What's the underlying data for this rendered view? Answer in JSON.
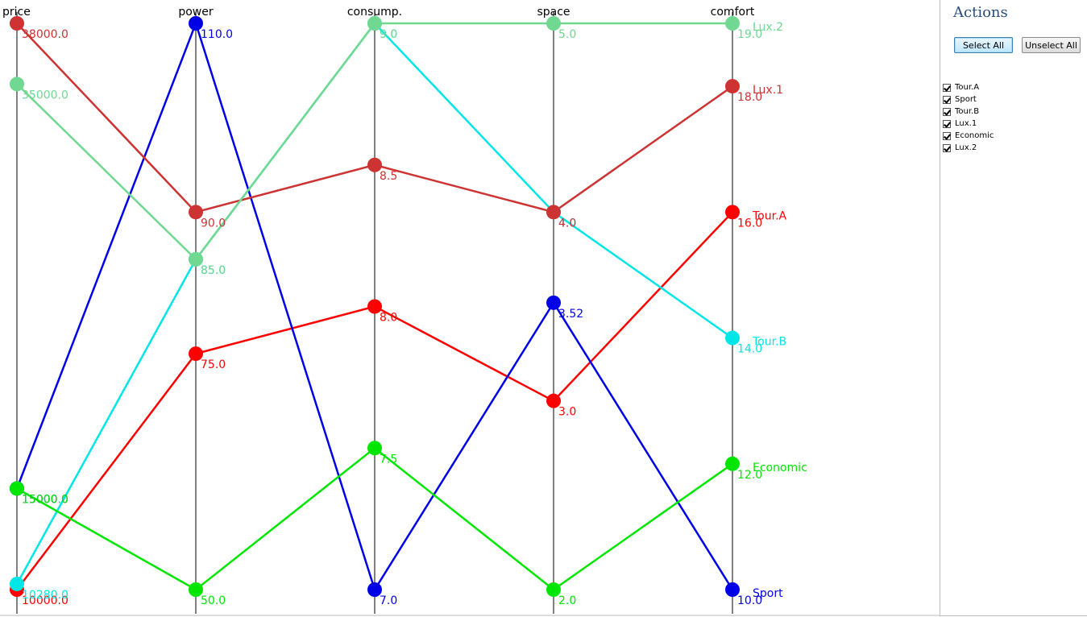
{
  "panel": {
    "title": "Actions",
    "select_all_label": "Select All",
    "unselect_all_label": "Unselect All",
    "series_checkboxes": [
      {
        "label": "Tour.A",
        "checked": true
      },
      {
        "label": "Sport",
        "checked": true
      },
      {
        "label": "Tour.B",
        "checked": true
      },
      {
        "label": "Lux.1",
        "checked": true
      },
      {
        "label": "Economic",
        "checked": true
      },
      {
        "label": "Lux.2",
        "checked": true
      }
    ]
  },
  "chart_data": {
    "type": "parallel-coordinates",
    "axes": [
      {
        "key": "price",
        "label": "price",
        "min": 10000,
        "max": 38000
      },
      {
        "key": "power",
        "label": "power",
        "min": 50,
        "max": 110
      },
      {
        "key": "consump",
        "label": "consump.",
        "min": 7.0,
        "max": 9.0
      },
      {
        "key": "space",
        "label": "space",
        "min": 2.0,
        "max": 5.0
      },
      {
        "key": "comfort",
        "label": "comfort",
        "min": 10.0,
        "max": 19.0
      }
    ],
    "series": [
      {
        "name": "Tour.A",
        "color": "#ff0000",
        "values": [
          10000,
          75,
          8.0,
          3.0,
          16.0
        ],
        "value_labels": [
          "10000.0",
          "75.0",
          "8.0",
          "3.0",
          "16.0"
        ]
      },
      {
        "name": "Sport",
        "color": "#0000e6",
        "values": [
          15000,
          110,
          7.0,
          3.52,
          10.0
        ],
        "value_labels": [
          "15000.0",
          "110.0",
          "7.0",
          "3.52",
          "10.0"
        ]
      },
      {
        "name": "Tour.B",
        "color": "#00e6e6",
        "values": [
          10280,
          85,
          9.0,
          4.0,
          14.0
        ],
        "value_labels": [
          "10280.0",
          "85.0",
          "9.0",
          "4.0",
          "14.0"
        ]
      },
      {
        "name": "Lux.1",
        "color": "#cd3333",
        "values": [
          38000,
          90,
          8.5,
          4.0,
          18.0
        ],
        "value_labels": [
          "38000.0",
          "90.0",
          "8.5",
          "4.0",
          "18.0"
        ]
      },
      {
        "name": "Economic",
        "color": "#00e600",
        "values": [
          15000,
          50,
          7.5,
          2.0,
          12.0
        ],
        "value_labels": [
          "15000.0",
          "50.0",
          "7.5",
          "2.0",
          "12.0"
        ]
      },
      {
        "name": "Lux.2",
        "color": "#70d890",
        "values": [
          35000,
          85,
          9.0,
          5.0,
          19.0
        ],
        "value_labels": [
          "35000.0",
          "85.0",
          "9.0",
          "5.0",
          "19.0"
        ]
      }
    ]
  }
}
